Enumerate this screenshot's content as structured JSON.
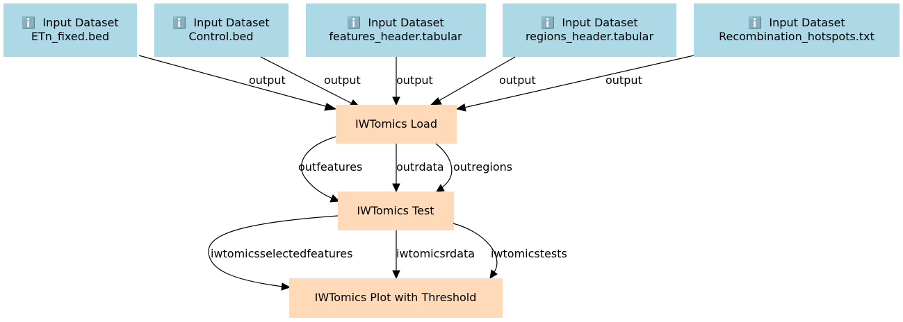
{
  "inputs": [
    {
      "icon": "ℹ️",
      "type": "Input Dataset",
      "name": "ETn_fixed.bed"
    },
    {
      "icon": "ℹ️",
      "type": "Input Dataset",
      "name": "Control.bed"
    },
    {
      "icon": "ℹ️",
      "type": "Input Dataset",
      "name": "features_header.tabular"
    },
    {
      "icon": "ℹ️",
      "type": "Input Dataset",
      "name": "regions_header.tabular"
    },
    {
      "icon": "ℹ️",
      "type": "Input Dataset",
      "name": "Recombination_hotspots.txt"
    }
  ],
  "tools": {
    "load": "IWTomics Load",
    "test": "IWTomics Test",
    "plot": "IWTomics Plot with Threshold"
  },
  "edges": {
    "input_output": "output",
    "outfeatures": "outfeatures",
    "outrdata": "outrdata",
    "outregions": "outregions",
    "iwtomicsselectedfeatures": "iwtomicsselectedfeatures",
    "iwtomicsrdata": "iwtomicsrdata",
    "iwtomicstests": "iwtomicstests"
  },
  "colors": {
    "input_node": "#add8e6",
    "tool_node": "#ffdab9"
  }
}
